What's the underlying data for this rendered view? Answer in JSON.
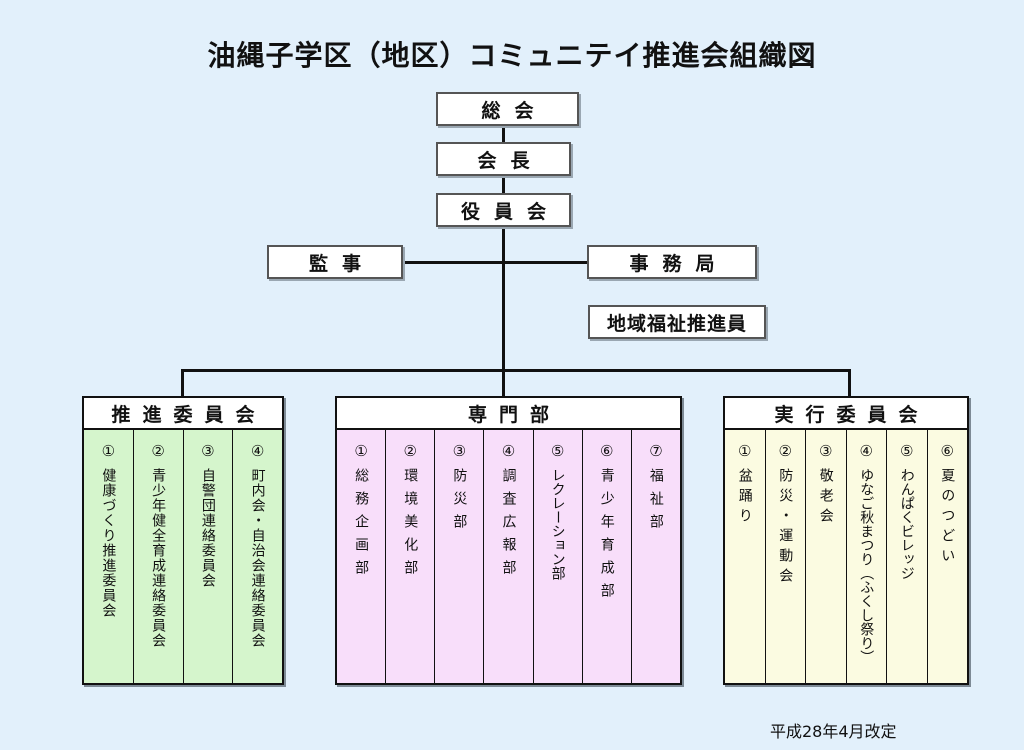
{
  "title": "油縄子学区（地区）コミュニテイ推進会組織図",
  "top_boxes": {
    "general_assembly": "総会",
    "chairman": "会長",
    "officers": "役員会",
    "auditor": "監事",
    "secretariat": "事務局",
    "welfare": "地域福祉推進員"
  },
  "groups": [
    {
      "name": "推進委員会",
      "items": [
        {
          "num": "①",
          "label": "健康づくり推進委員会"
        },
        {
          "num": "②",
          "label": "青少年健全育成連絡委員会"
        },
        {
          "num": "③",
          "label": "自警団連絡委員会"
        },
        {
          "num": "④",
          "label": "町内会・自治会連絡委員会"
        }
      ]
    },
    {
      "name": "専門部",
      "items": [
        {
          "num": "①",
          "label": "総務企画部"
        },
        {
          "num": "②",
          "label": "環境美化部"
        },
        {
          "num": "③",
          "label": "防災部"
        },
        {
          "num": "④",
          "label": "調査広報部"
        },
        {
          "num": "⑤",
          "label": "レクレーション部"
        },
        {
          "num": "⑥",
          "label": "青少年育成部"
        },
        {
          "num": "⑦",
          "label": "福祉部"
        }
      ]
    },
    {
      "name": "実行委員会",
      "items": [
        {
          "num": "①",
          "label": "盆踊り"
        },
        {
          "num": "②",
          "label": "防災・運動会"
        },
        {
          "num": "③",
          "label": "敬老会"
        },
        {
          "num": "④",
          "label": "ゆなご秋まつり（ふくし祭り）"
        },
        {
          "num": "⑤",
          "label": "わんぱくビレッジ"
        },
        {
          "num": "⑥",
          "label": "夏のつどい"
        }
      ]
    }
  ],
  "revised": "平成28年4月改定"
}
